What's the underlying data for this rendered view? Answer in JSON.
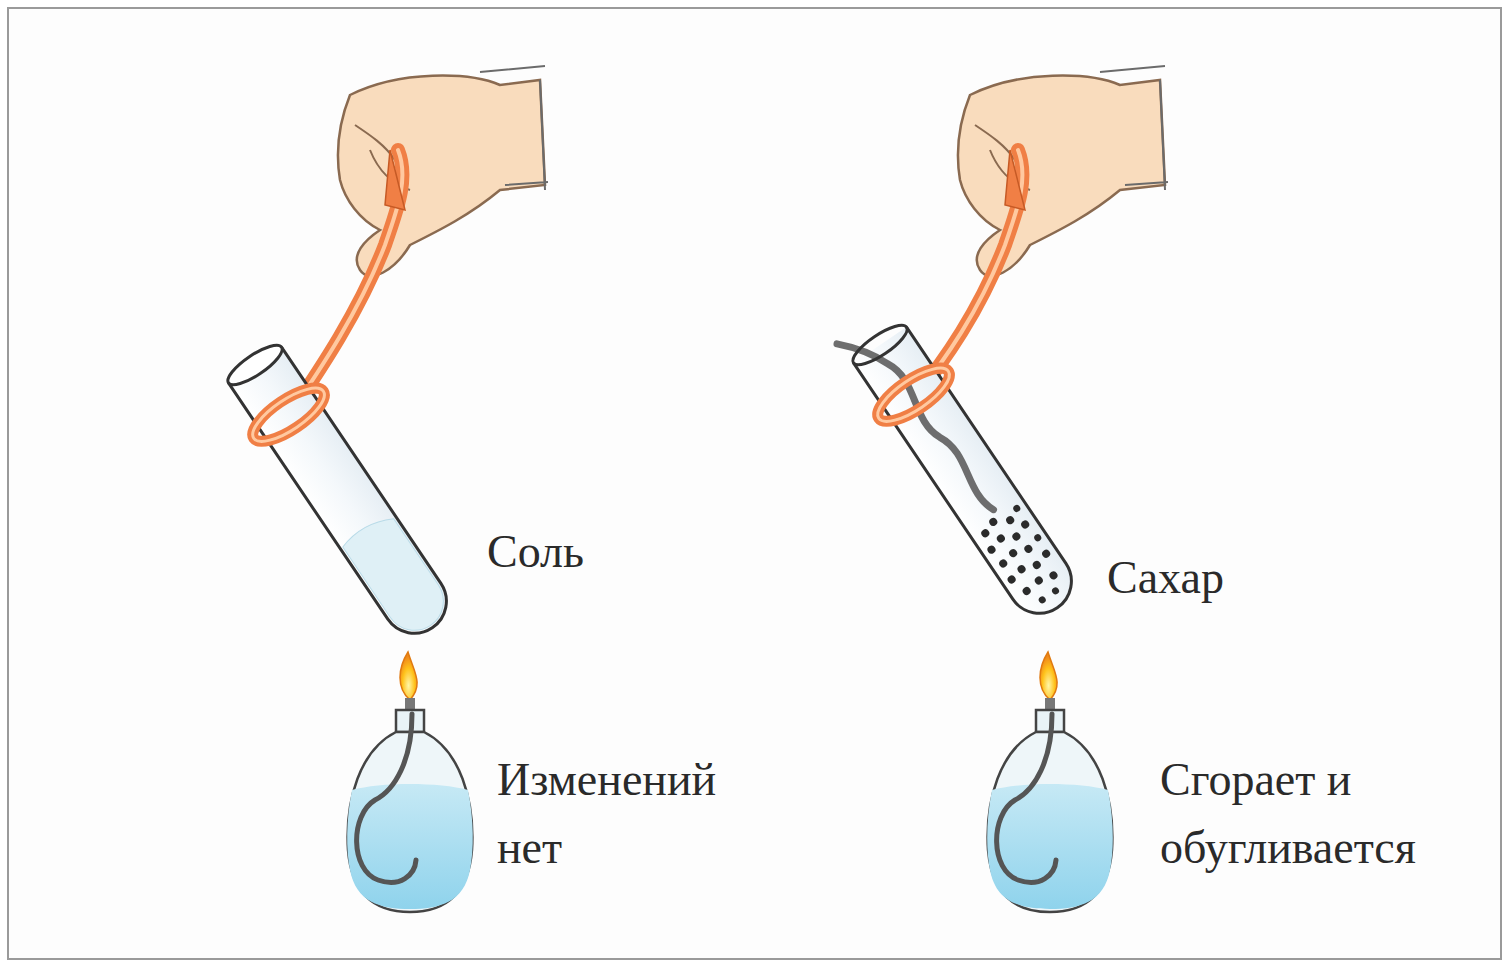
{
  "diagram": {
    "labels": [
      "Соль",
      "Изменений нет",
      "Сахар",
      "Сгорает и обугливается"
    ]
  }
}
